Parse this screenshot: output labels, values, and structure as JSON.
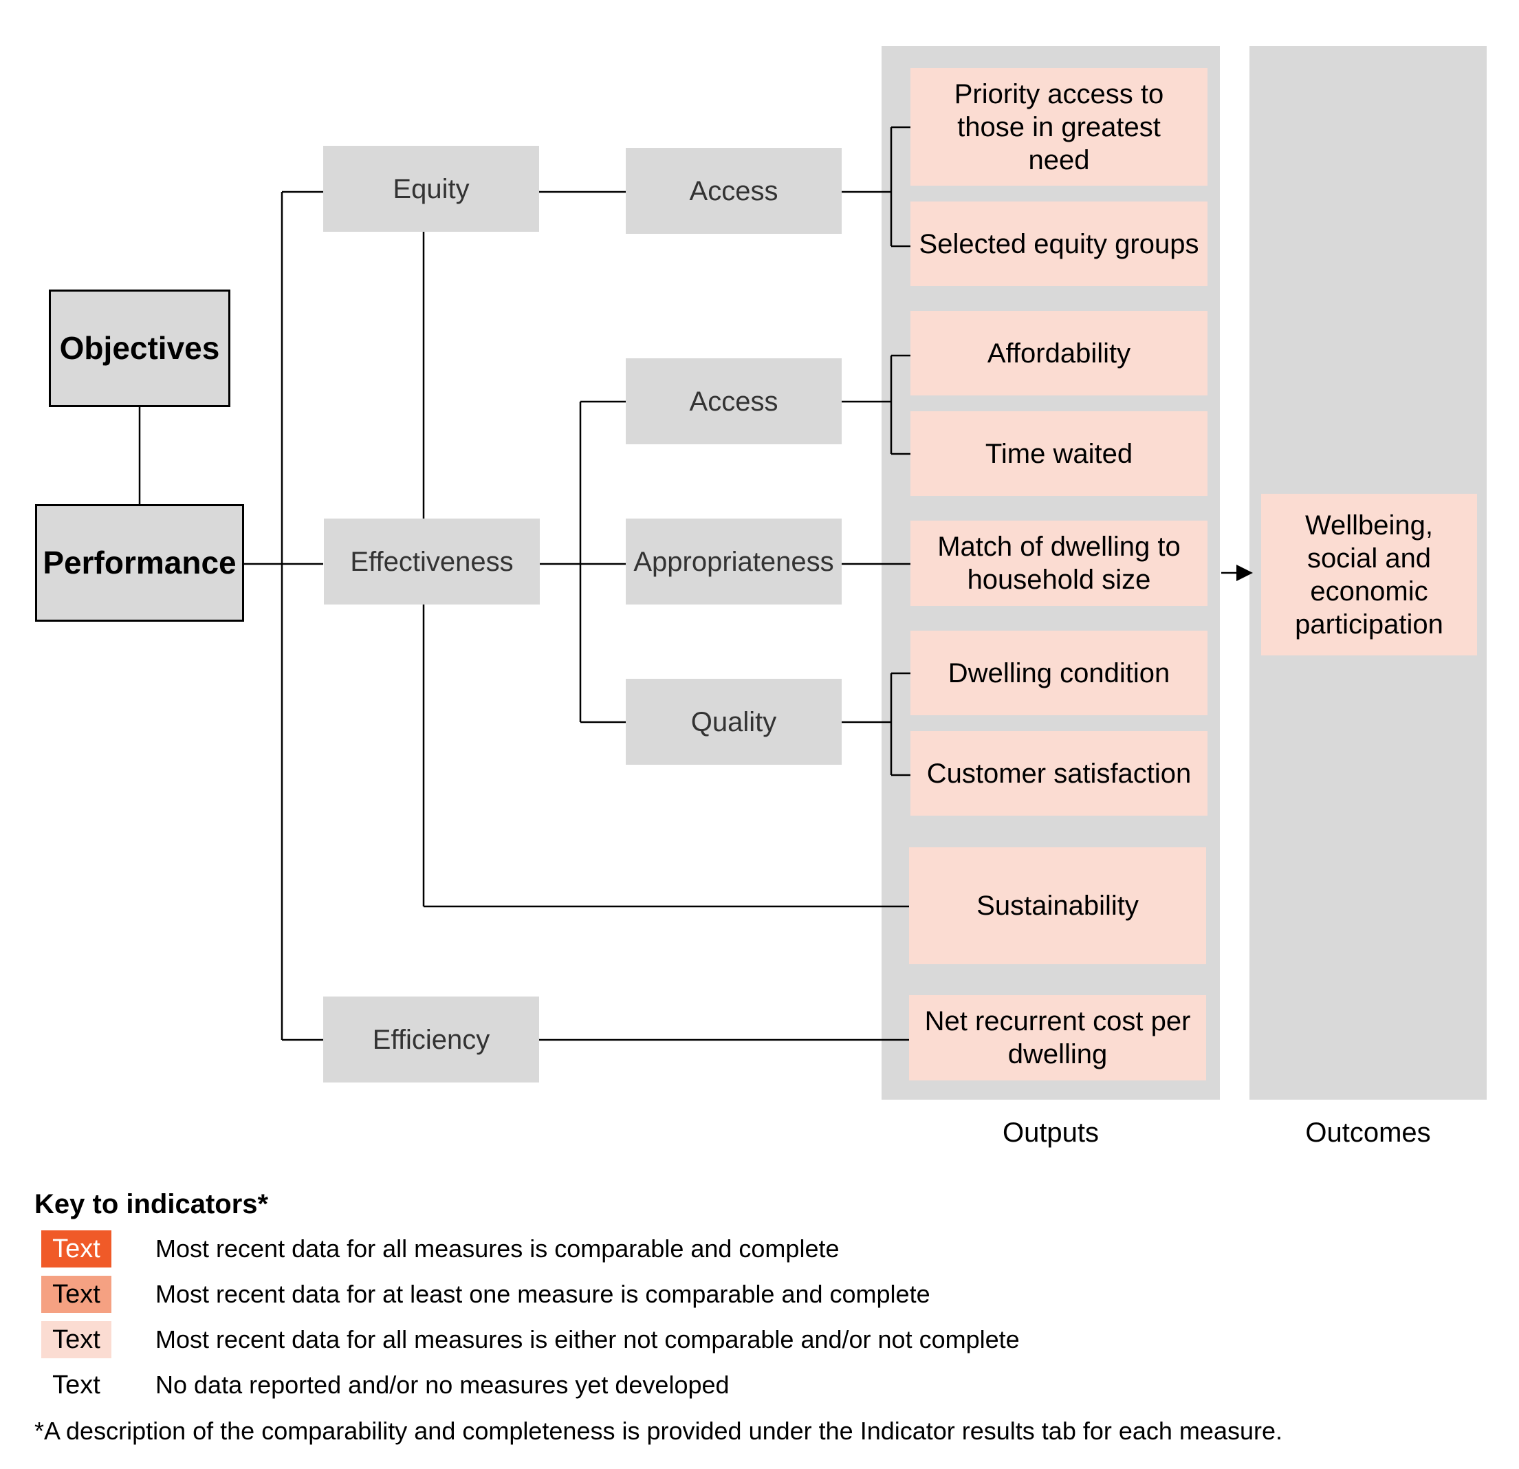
{
  "objectives": "Objectives",
  "performance": "Performance",
  "equity": "Equity",
  "effectiveness": "Effectiveness",
  "efficiency": "Efficiency",
  "access_equity": "Access",
  "access_eff": "Access",
  "appropriateness": "Appropriateness",
  "quality": "Quality",
  "indicators": {
    "priority_access": "Priority access to those in greatest need",
    "selected_equity": "Selected equity groups",
    "affordability": "Affordability",
    "time_waited": "Time waited",
    "match_dwelling": "Match of dwelling to household size",
    "dwelling_condition": "Dwelling condition",
    "customer_satisfaction": "Customer satisfaction",
    "sustainability": "Sustainability",
    "net_recurrent": "Net recurrent cost per dwelling"
  },
  "outcome": "Wellbeing, social and economic participation",
  "outputs_label": "Outputs",
  "outcomes_label": "Outcomes",
  "key": {
    "title": "Key to indicators*",
    "swatch_text": "Text",
    "items": [
      {
        "color": "#f05a28",
        "desc": "Most recent data for all measures is comparable and complete"
      },
      {
        "color": "#f5a182",
        "desc": "Most recent data for at least one measure is comparable and complete"
      },
      {
        "color": "#fbdcd2",
        "desc": "Most recent data for all measures is either not comparable and/or not complete"
      },
      {
        "color": "#ffffff",
        "desc": "No data reported and/or no measures yet developed"
      }
    ]
  },
  "footnote": "*A description of the comparability and completeness is provided under the Indicator results tab for each measure."
}
